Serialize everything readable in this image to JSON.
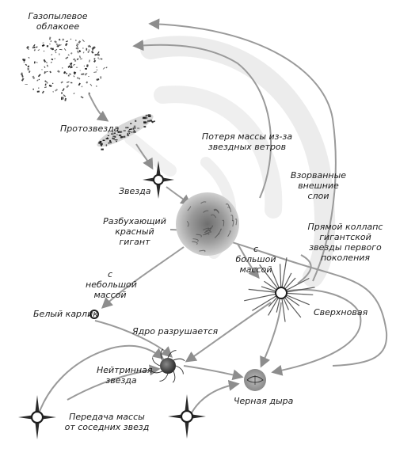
{
  "labels": {
    "gas_cloud": "Газопылевое облакоее",
    "protostar": "Протозвезда",
    "star": "Звезда",
    "mass_loss": "Потеря массы из-за звездных ветров",
    "blown_layers": "Взорванные внешние слои",
    "red_giant": "Разбухающий красный гигант",
    "large_mass": "с большой массой",
    "direct_collapse": "Прямой коллапс гигантской звезды первого поколения",
    "small_mass": "с небольшой массой",
    "white_dwarf": "Белый карлик",
    "supernova": "Сверхновая",
    "core_collapses": "Ядро разрушается",
    "neutron_star": "Нейтринная звезда",
    "black_hole": "Черная дыра",
    "mass_transfer": "Передача массы от соседних звезд"
  },
  "colors": {
    "ink": "#1c1c1c",
    "arrow": "#9a9a9a",
    "nebula": "#b8b8b8"
  },
  "icons": [
    "gas-cloud-icon",
    "protostar-icon",
    "star-icon",
    "red-giant-icon",
    "white-dwarf-icon",
    "supernova-icon",
    "neutron-star-icon",
    "black-hole-icon",
    "binary-star-icon"
  ]
}
